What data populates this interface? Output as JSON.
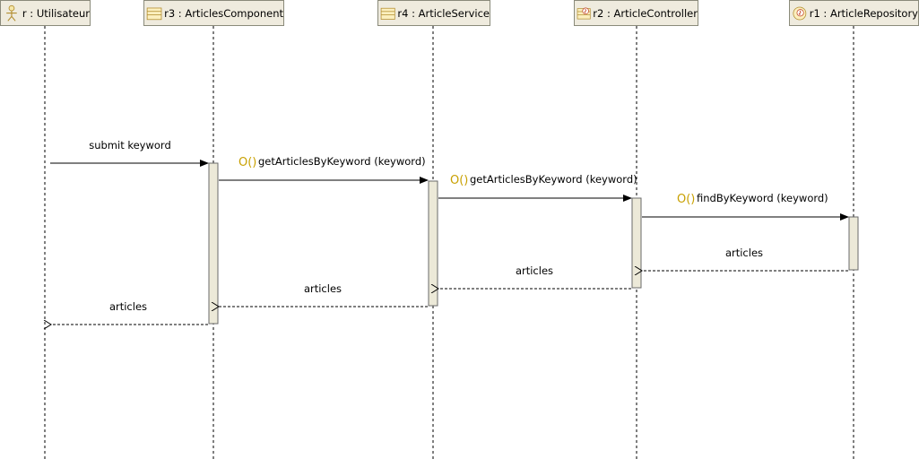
{
  "lifelines": [
    {
      "id": "user",
      "label": "r : Utilisateur",
      "icon": "actor-icon"
    },
    {
      "id": "comp",
      "label": "r3 : ArticlesComponent",
      "icon": "class-icon"
    },
    {
      "id": "serv",
      "label": "r4 : ArticleService",
      "icon": "class-icon"
    },
    {
      "id": "ctrl",
      "label": "r2 : ArticleController",
      "icon": "java-class-icon"
    },
    {
      "id": "repo",
      "label": "r1 : ArticleRepository",
      "icon": "java-interface-icon"
    }
  ],
  "messages": [
    {
      "id": "m1",
      "label": "submit keyword",
      "operation_glyph": ""
    },
    {
      "id": "m2",
      "label": "getArticlesByKeyword (keyword)",
      "operation_glyph": "O()"
    },
    {
      "id": "m3",
      "label": "getArticlesByKeyword (keyword)",
      "operation_glyph": "O()"
    },
    {
      "id": "m4",
      "label": "findByKeyword (keyword)",
      "operation_glyph": "O()"
    },
    {
      "id": "r4",
      "label": "articles",
      "operation_glyph": ""
    },
    {
      "id": "r3",
      "label": "articles",
      "operation_glyph": ""
    },
    {
      "id": "r2",
      "label": "articles",
      "operation_glyph": ""
    },
    {
      "id": "r1",
      "label": "articles",
      "operation_glyph": ""
    }
  ],
  "colors": {
    "header_bg": "#efebde",
    "header_border": "#8a8a7a",
    "activation_fill": "#ece9d8",
    "operation_glyph": "#c8a000"
  }
}
